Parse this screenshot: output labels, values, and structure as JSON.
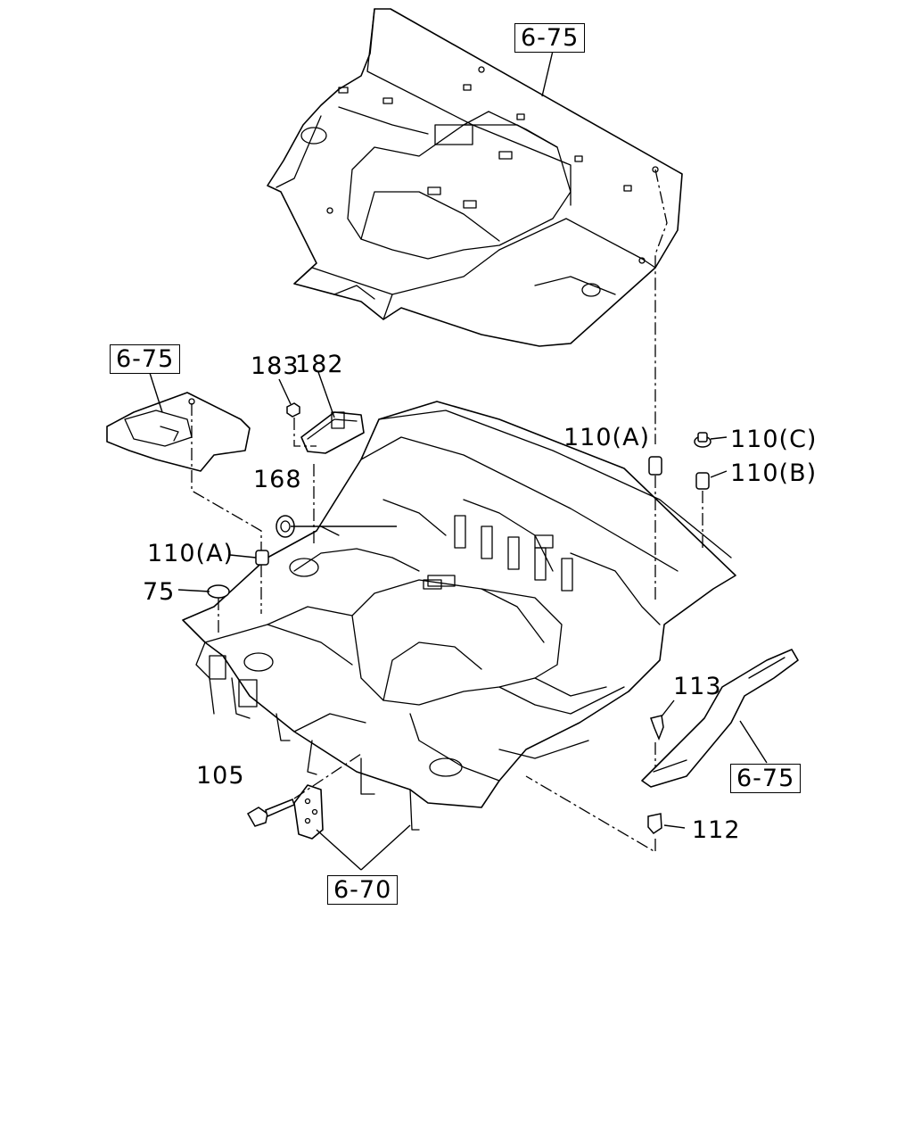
{
  "callouts": {
    "ref_top": "6-75",
    "ref_left": "6-75",
    "ref_right": "6-75",
    "ref_bottom": "6-70",
    "p182": "182",
    "p183": "183",
    "p168": "168",
    "p110a_right": "110(A)",
    "p110a_left": "110(A)",
    "p110c": "110(C)",
    "p110b": "110(B)",
    "p75": "75",
    "p113": "113",
    "p105": "105",
    "p112": "112"
  }
}
